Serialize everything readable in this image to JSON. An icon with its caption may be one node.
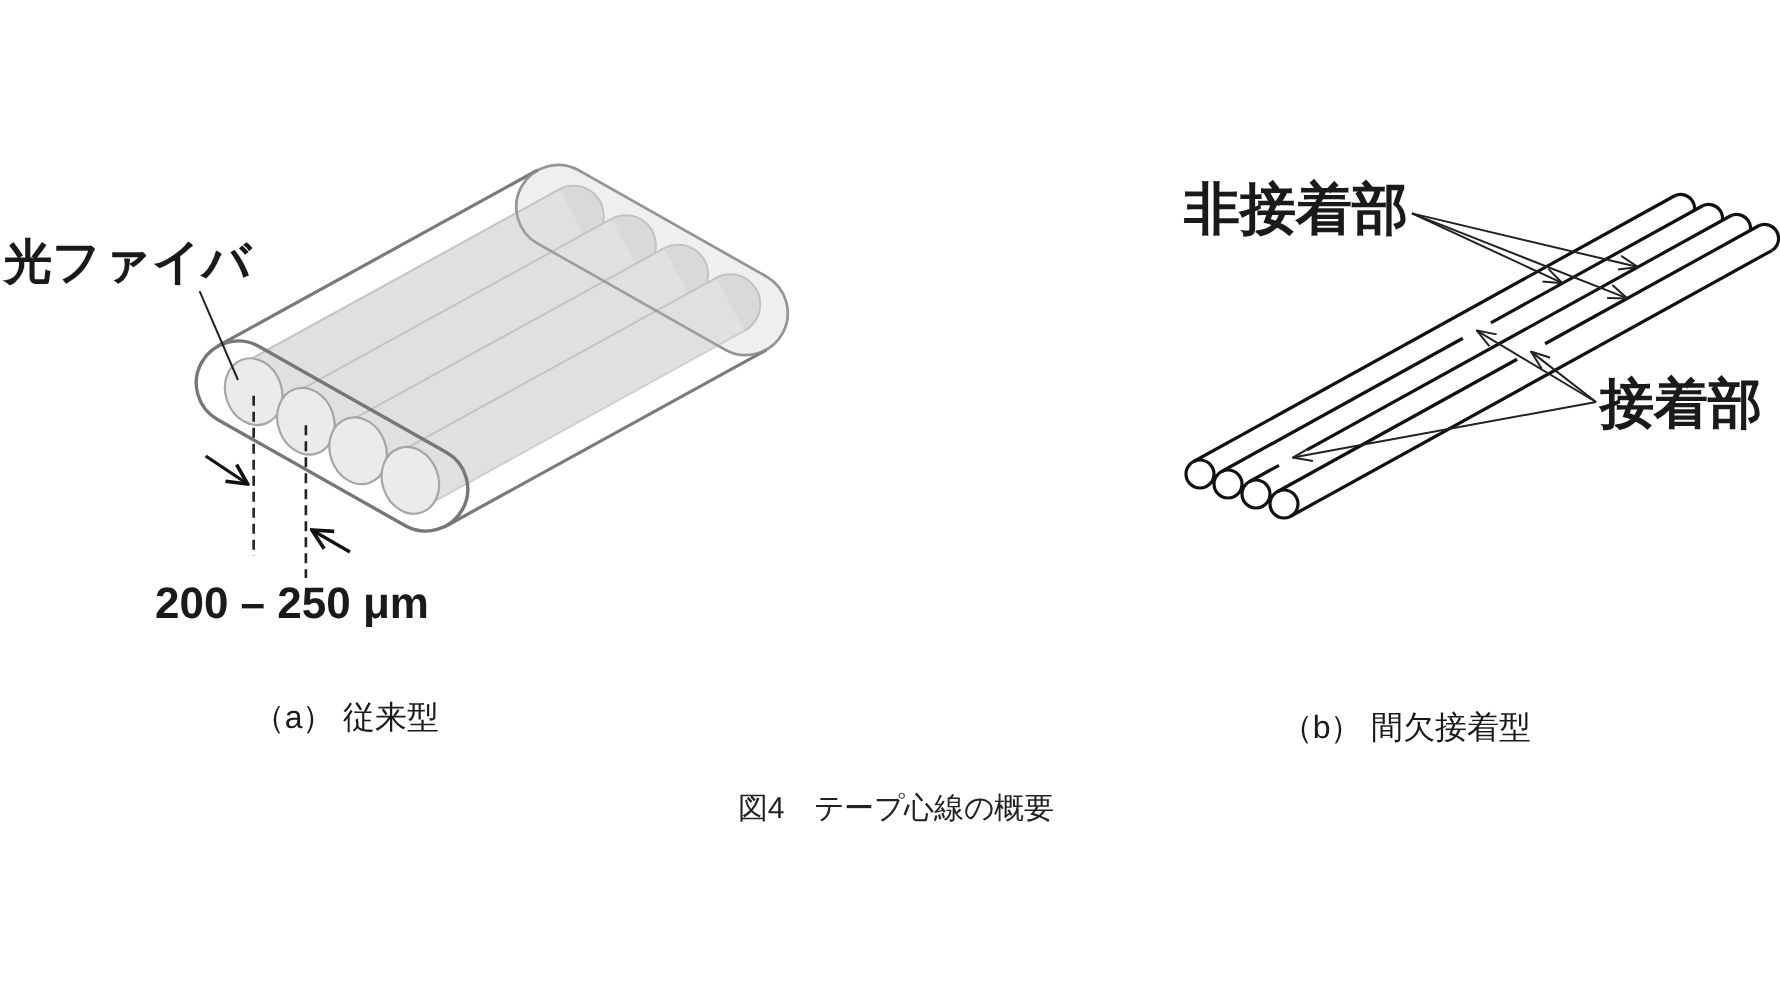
{
  "diagram": {
    "caption": "図4　テープ心線の概要",
    "nodes": [
      {
        "text": [
          "光ファイバ"
        ]
      },
      {
        "text": [
          "非接着部"
        ]
      },
      {
        "text": [
          "接着部"
        ]
      }
    ],
    "edges": [
      {
        "from": 0,
        "to": null,
        "arrow": "none"
      },
      {
        "from": 1,
        "to": null,
        "arrow": "to"
      },
      {
        "from": 1,
        "to": null,
        "arrow": "to"
      },
      {
        "from": 1,
        "to": null,
        "arrow": "to"
      },
      {
        "from": 2,
        "to": null,
        "arrow": "to"
      },
      {
        "from": 2,
        "to": null,
        "arrow": "to"
      },
      {
        "from": 2,
        "to": null,
        "arrow": "to"
      }
    ],
    "labels": [
      "200 – 250 μm",
      "（a） 従来型",
      "（b） 間欠接着型"
    ]
  }
}
